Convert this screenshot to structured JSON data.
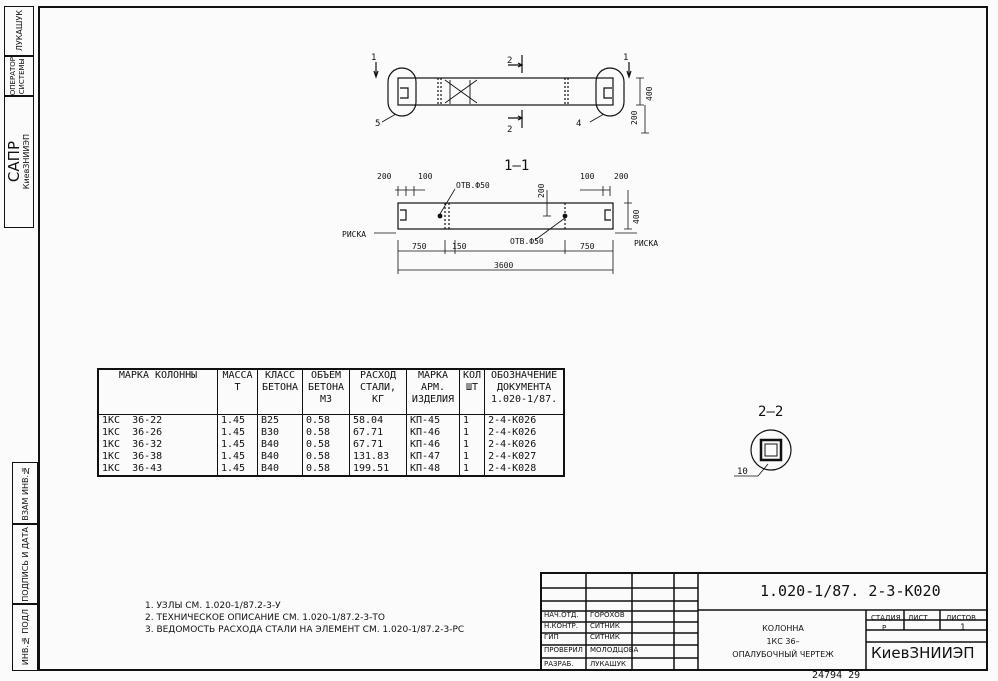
{
  "side_stamp": {
    "sapr": "САПР",
    "org": "КиевЗНИИЭП",
    "operator": "ОПЕРАТОР СИСТЕМЫ",
    "operator_name": "ЛУКАШУК"
  },
  "left_strip_labels": [
    "ВЗАМ ИНВ.№",
    "ПОДПИСЬ И ДАТА",
    "ИНВ.№ ПОДЛ"
  ],
  "drawing": {
    "section_1_1": "1–1",
    "section_2_2": "2–2",
    "markers": [
      "1",
      "2",
      "5",
      "4",
      "10"
    ],
    "dims_top": [
      "400",
      "200"
    ],
    "dims_section": [
      "200",
      "100",
      "100",
      "200",
      "200",
      "400",
      "750",
      "150",
      "750",
      "3600"
    ],
    "hole_label": "ОТВ.Ф50",
    "risk_label": "РИСКА"
  },
  "table": {
    "headers": [
      "МАРКА КОЛОННЫ",
      "МАССА Т",
      "КЛАСС БЕТОНА",
      "ОБЪЕМ БЕТОНА М3",
      "РАСХОД СТАЛИ, КГ",
      "МАРКА АРМ. ИЗДЕЛИЯ",
      "КОЛ ШТ",
      "ОБОЗНАЧЕНИЕ ДОКУМЕНТА 1.020-1/87."
    ],
    "rows": [
      [
        "1КС  36-22",
        "1.45",
        "В25",
        "0.58",
        "58.04",
        "КП-45",
        "1",
        "2-4-К026"
      ],
      [
        "1КС  36-26",
        "1.45",
        "В30",
        "0.58",
        "67.71",
        "КП-46",
        "1",
        "2-4-К026"
      ],
      [
        "1КС  36-32",
        "1.45",
        "В40",
        "0.58",
        "67.71",
        "КП-46",
        "1",
        "2-4-К026"
      ],
      [
        "1КС  36-38",
        "1.45",
        "В40",
        "0.58",
        "131.83",
        "КП-47",
        "1",
        "2-4-К027"
      ],
      [
        "1КС  36-43",
        "1.45",
        "В40",
        "0.58",
        "199.51",
        "КП-48",
        "1",
        "2-4-К028"
      ]
    ]
  },
  "notes": [
    "1. УЗЛЫ СМ. 1.020-1/87.2-3-У",
    "2. ТЕХНИЧЕСКОЕ ОПИСАНИЕ СМ. 1.020-1/87.2-3-ТО",
    "3. ВЕДОМОСТЬ РАСХОДА СТАЛИ НА ЭЛЕМЕНТ СМ. 1.020-1/87.2-3-РС"
  ],
  "title_block": {
    "code": "1.020-1/87.  2-3-К020",
    "roles": [
      "НАЧ.ОТД.",
      "Н.КОНТР.",
      "ГИП",
      "ПРОВЕРИЛ",
      "РАЗРАБ."
    ],
    "names": [
      "ГОРОХОВ",
      "СИТНИК",
      "СИТНИК",
      "МОЛОДЦОВА",
      "ЛУКАШУК"
    ],
    "title_line1": "КОЛОННА",
    "title_line2": "1КС 36–",
    "title_line3": "ОПАЛУБОЧНЫЙ ЧЕРТЕЖ",
    "stage_label": "СТАДИЯ",
    "sheet_label": "ЛИСТ",
    "sheets_label": "ЛИСТОВ",
    "stage_value": "Р",
    "sheets_value": "1",
    "org": "КиевЗНИИЭП"
  },
  "bottom_number": "24794  29"
}
